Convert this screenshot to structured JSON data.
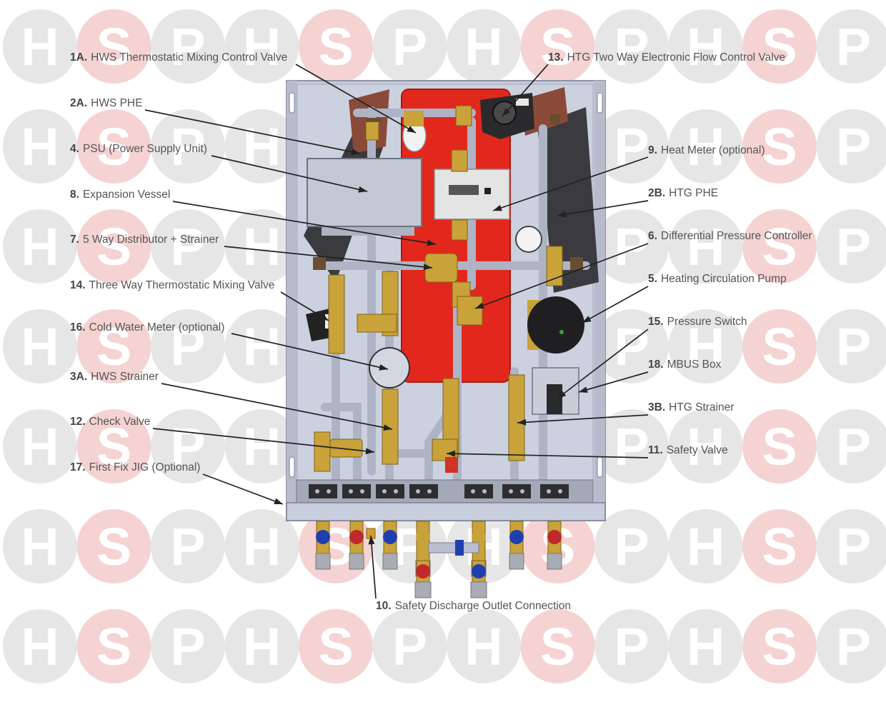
{
  "watermark": {
    "letters": [
      "H",
      "S",
      "P"
    ],
    "circle_color": "#e6e6e6",
    "s_circle_color": "#f5d3d3"
  },
  "colors": {
    "panel": "#c9cede",
    "vessel_red": "#e52a1f",
    "brass": "#c9a23a",
    "pipe": "#b9bed0",
    "label_text": "#555555",
    "blue_valve": "#1f3fb0",
    "red_valve": "#c0282d"
  },
  "labels": [
    {
      "num": "1A.",
      "text": "HWS Thermostatic Mixing Control Valve"
    },
    {
      "num": "2A.",
      "text": "HWS PHE"
    },
    {
      "num": "4.",
      "text": "PSU (Power Supply Unit)"
    },
    {
      "num": "8.",
      "text": "Expansion Vessel"
    },
    {
      "num": "7.",
      "text": "5 Way Distributor + Strainer"
    },
    {
      "num": "14.",
      "text": "Three Way Thermostatic Mixing Valve"
    },
    {
      "num": "16.",
      "text": "Cold Water Meter (optional)"
    },
    {
      "num": "3A.",
      "text": "HWS Strainer"
    },
    {
      "num": "12.",
      "text": "Check Valve"
    },
    {
      "num": "17.",
      "text": "First Fix JIG (Optional)"
    },
    {
      "num": "13.",
      "text": "HTG Two Way Electronic Flow Control Valve"
    },
    {
      "num": "9.",
      "text": "Heat Meter (optional)"
    },
    {
      "num": "2B.",
      "text": "HTG PHE"
    },
    {
      "num": "6.",
      "text": "Differential Pressure Controller"
    },
    {
      "num": "5.",
      "text": "Heating Circulation Pump"
    },
    {
      "num": "15.",
      "text": "Pressure Switch"
    },
    {
      "num": "18.",
      "text": "MBUS Box"
    },
    {
      "num": "3B.",
      "text": "HTG Strainer"
    },
    {
      "num": "11.",
      "text": "Safety Valve"
    },
    {
      "num": "10.",
      "text": "Safety Discharge Outlet Connection"
    }
  ]
}
